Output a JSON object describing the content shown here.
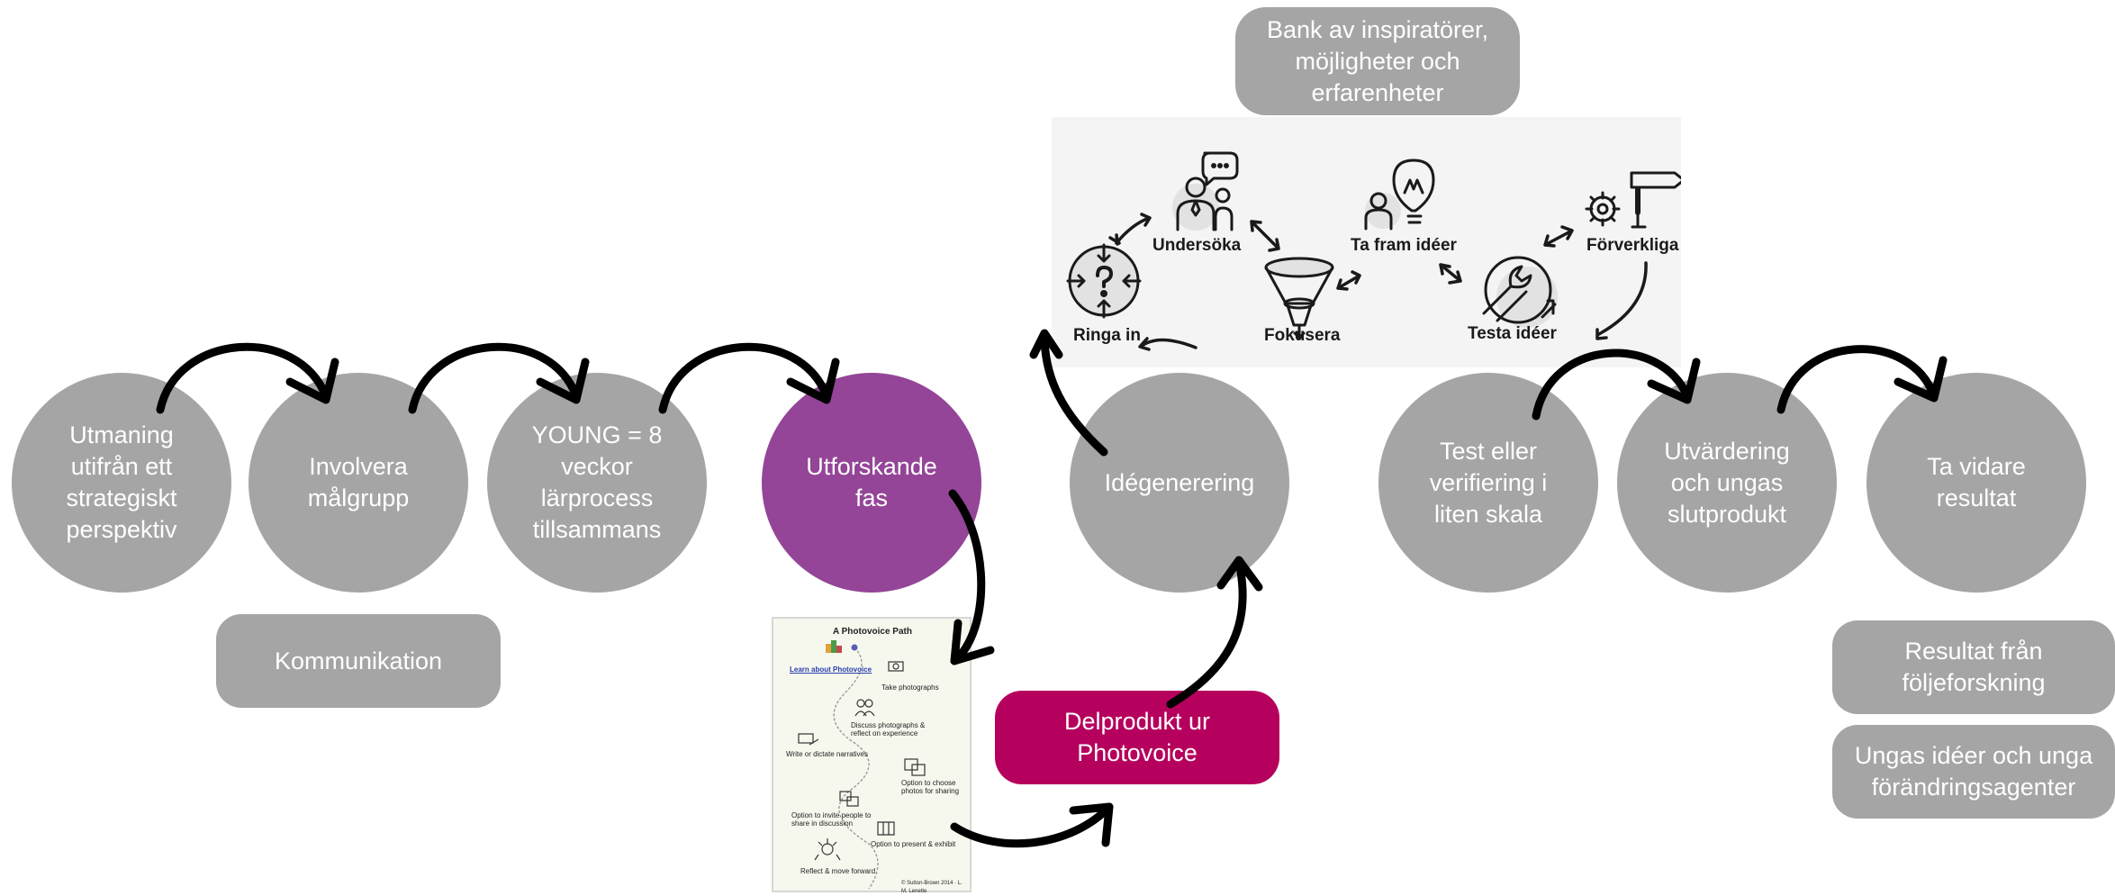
{
  "steps": {
    "challenge": "Utmaning\nutifrån ett\nstrategiskt\nperspektiv",
    "involve": "Involvera\nmålgrupp",
    "young": "YOUNG = 8\nveckor\nlärprocess\ntillsammans",
    "explore": "Utforskande\nfas",
    "ideation": "Idégenerering",
    "test": "Test eller\nverifiering i\nliten skala",
    "evaluation": "Utvärdering\noch ungas\nslutprodukt",
    "forward": "Ta vidare\nresultat"
  },
  "boxes": {
    "communication": "Kommunikation",
    "bank": "Bank av inspiratörer,\nmöjligheter och\nerfarenheter",
    "photovoice_output": "Delprodukt ur Photovoice",
    "research_results": "Resultat från\nföljeforskning",
    "youth_ideas": "Ungas idéer och unga\nförändringsagenter"
  },
  "cycle": {
    "ring_in": "Ringa in",
    "investigate": "Undersöka",
    "focus": "Fokusera",
    "generate": "Ta fram idéer",
    "test": "Testa idéer",
    "realize": "Förverkliga"
  },
  "photovoice": {
    "title": "A Photovoice Path",
    "learn": "Learn about Photovoice",
    "take": "Take photographs",
    "discuss": "Discuss photographs &\nreflect on experience",
    "write": "Write or dictate narratives",
    "choose": "Option to choose\nphotos for sharing",
    "invite": "Option to invite people to\nshare in discussion",
    "present": "Option to present & exhibit",
    "reflect": "Reflect & move forward",
    "credit": "© Sutton-Brown 2014 · L. M. Lenette"
  },
  "colors": {
    "gray": "#a5a5a5",
    "purple": "#944597",
    "magenta": "#b5005d",
    "arrow": "#000000"
  }
}
